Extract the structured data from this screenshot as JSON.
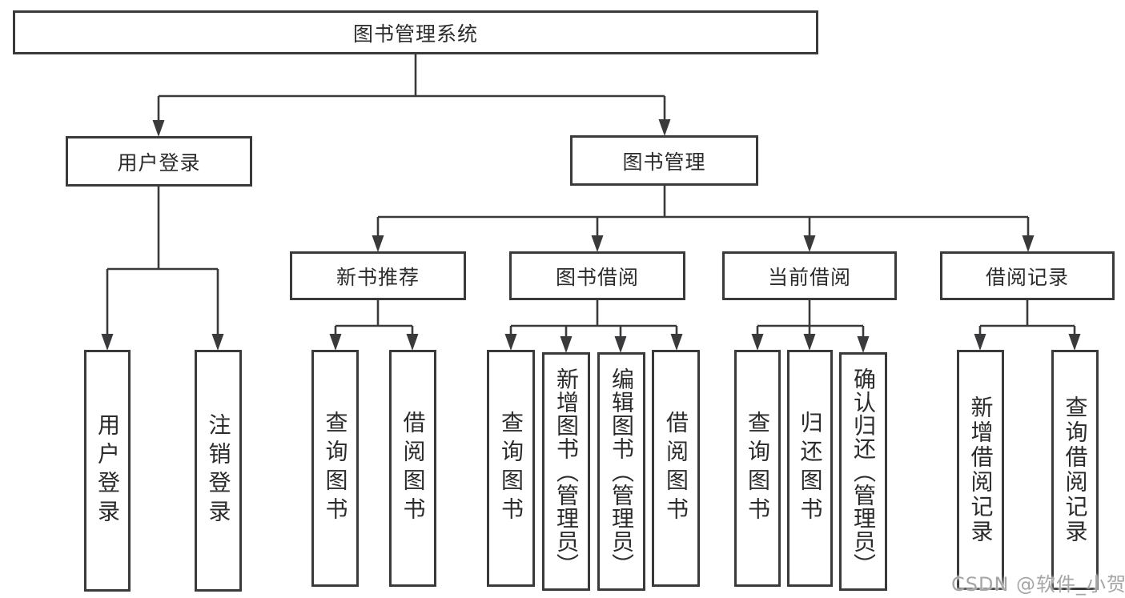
{
  "tree": {
    "root": {
      "label": "图书管理系统"
    },
    "branches": [
      {
        "label": "用户登录",
        "leaves": [
          {
            "label": "用户登录"
          },
          {
            "label": "注销登录"
          }
        ]
      },
      {
        "label": "图书管理",
        "groups": [
          {
            "label": "新书推荐",
            "leaves": [
              {
                "label": "查询图书"
              },
              {
                "label": "借阅图书"
              }
            ]
          },
          {
            "label": "图书借阅",
            "leaves": [
              {
                "label": "查询图书"
              },
              {
                "label": "新增图书（管理员）"
              },
              {
                "label": "编辑图书（管理员）"
              },
              {
                "label": "借阅图书"
              }
            ]
          },
          {
            "label": "当前借阅",
            "leaves": [
              {
                "label": "查询图书"
              },
              {
                "label": "归还图书"
              },
              {
                "label": "确认归还（管理员）"
              }
            ]
          },
          {
            "label": "借阅记录",
            "leaves": [
              {
                "label": "新增借阅记录"
              },
              {
                "label": "查询借阅记录"
              }
            ]
          }
        ]
      }
    ]
  },
  "watermark": {
    "text": "CSDN @软件_小贺同学"
  },
  "colors": {
    "line": "#3a3a3c",
    "text": "#2b2b2d",
    "background": "#ffffff",
    "watermark": "#a6a6a6"
  }
}
